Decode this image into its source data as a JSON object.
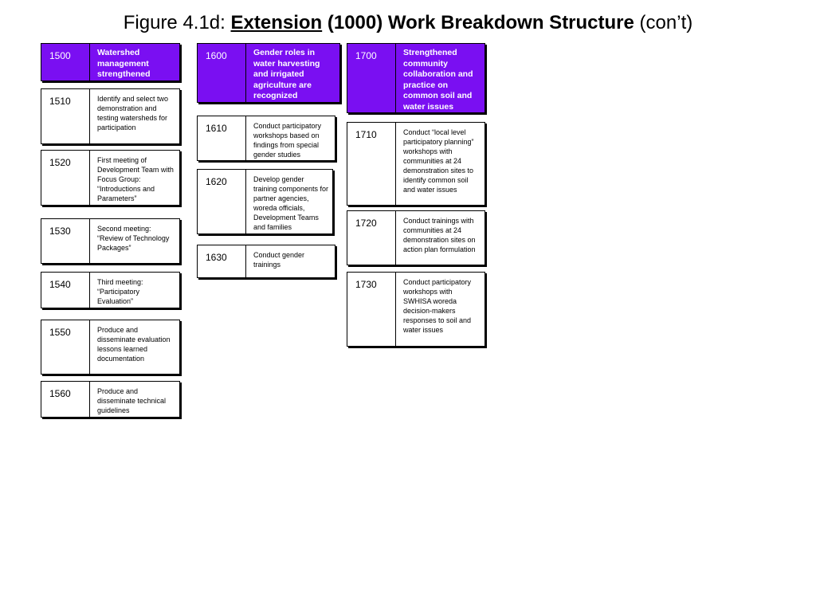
{
  "title": {
    "prefix": "Figure  4.1d: ",
    "emphasis": "Extension",
    "bold_rest": " (1000) Work Breakdown Structure",
    "suffix": " (con’t)"
  },
  "colors": {
    "header_fill": "#7a0ff2",
    "header_text": "#ffffff",
    "border": "#000000"
  },
  "columns": [
    {
      "header": {
        "code": "1500",
        "text": "Watershed management strengthened"
      },
      "items": [
        {
          "code": "1510",
          "text": "Identify and select two demonstration and testing watersheds for participation"
        },
        {
          "code": "1520",
          "text": "First meeting of Development Team with Focus Group: “Introductions and Parameters”"
        },
        {
          "code": "1530",
          "text": "Second meeting: “Review of Technology Packages”"
        },
        {
          "code": "1540",
          "text": "Third meeting: “Participatory Evaluation”"
        },
        {
          "code": "1550",
          "text": "Produce and disseminate evaluation lessons learned documentation"
        },
        {
          "code": "1560",
          "text": "Produce and disseminate technical guidelines"
        }
      ]
    },
    {
      "header": {
        "code": "1600",
        "text": "Gender roles in water harvesting and irrigated agriculture are recognized"
      },
      "items": [
        {
          "code": "1610",
          "text": "Conduct participatory workshops based on findings from special gender studies"
        },
        {
          "code": "1620",
          "text": "Develop gender training components for partner agencies, woreda officials, Development Teams and families"
        },
        {
          "code": "1630",
          "text": "Conduct gender trainings"
        }
      ]
    },
    {
      "header": {
        "code": "1700",
        "text": "Strengthened community collaboration and practice on common soil and water issues"
      },
      "items": [
        {
          "code": "1710",
          "text": "Conduct “local level participatory planning” workshops with communities at 24 demonstration sites to identify common soil and water issues"
        },
        {
          "code": "1720",
          "text": "Conduct trainings with communities at 24 demonstration sites on action plan formulation"
        },
        {
          "code": "1730",
          "text": "Conduct participatory workshops with SWHISA woreda decision-makers responses to soil and water issues"
        }
      ]
    }
  ]
}
